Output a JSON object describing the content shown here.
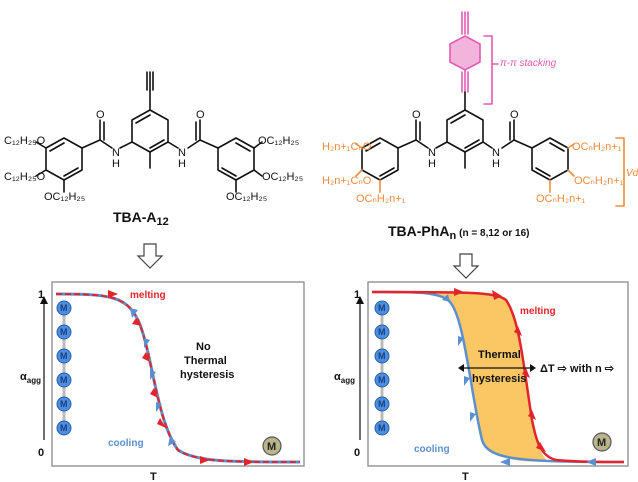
{
  "left_molecule": {
    "name_prefix": "TBA-A",
    "name_sub": "12",
    "chain_top": "C₁₂H₂₅O",
    "chain_mid": "C₁₂H₂₅O",
    "chain_bottom": "OC₁₂H₂₅",
    "chain_right_top": "OC₁₂H₂₅",
    "chain_right_mid": "OC₁₂H₂₅",
    "chain_right_bottom": "OC₁₂H₂₅",
    "nh_left": "N",
    "nh_left_h": "H",
    "nh_right": "N",
    "nh_right_h": "H",
    "oxygen": "O"
  },
  "right_molecule": {
    "name_prefix": "TBA-PhA",
    "name_sub": "n",
    "name_note": "(n = 8,12 or 16)",
    "chain_left_top": "H₂n+₁CₙO",
    "chain_left_mid": "H₂n+₁CₙO",
    "chain_left_bottom": "OCₙH₂n+₁",
    "chain_right_top": "OCₙH₂n+₁",
    "chain_right_mid": "OCₙH₂n+₁",
    "chain_right_bottom": "OCₙH₂n+₁",
    "stacking_label": "π-π stacking",
    "vdw_label": "VdW",
    "nh_left": "N",
    "nh_left_h": "H",
    "nh_right": "N",
    "nh_right_h": "H",
    "oxygen": "O"
  },
  "arrows": {
    "down_arrow": "⇩"
  },
  "left_plot": {
    "y_axis_label": "α",
    "y_axis_sub": "agg",
    "y_top": "1",
    "y_bottom": "0",
    "x_axis_label": "T",
    "melting_label": "melting",
    "cooling_label": "cooling",
    "note_line1": "No",
    "note_line2": "Thermal",
    "note_line3": "hysteresis",
    "monomer_label": "M",
    "stack_label": "M"
  },
  "right_plot": {
    "y_axis_label": "α",
    "y_axis_sub": "agg",
    "y_top": "1",
    "y_bottom": "0",
    "x_axis_label": "T",
    "melting_label": "melting",
    "cooling_label": "cooling",
    "hyst_line1": "Thermal",
    "hyst_line2": "hysteresis",
    "delta_label": "ΔT ⇨ with  n ⇨",
    "monomer_label": "M",
    "stack_label": "M"
  },
  "colors": {
    "melting": "#e3242b",
    "cooling": "#5b8fd0",
    "orange": "#f28a3c",
    "pink": "#e35ab6",
    "hysteresis_fill": "#fbc765",
    "monomer_fill": "#b9b48a"
  }
}
